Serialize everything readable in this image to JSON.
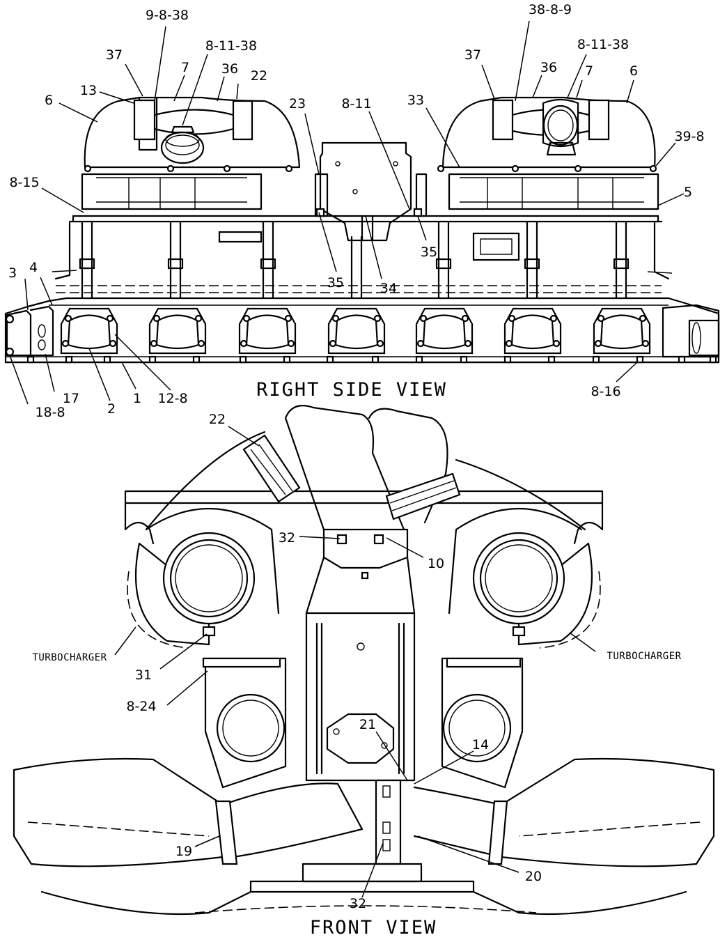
{
  "views": {
    "right_side_title": "RIGHT SIDE VIEW",
    "front_title": "FRONT VIEW"
  },
  "labels": {
    "turbocharger": "TURBOCHARGER"
  },
  "callouts_side": [
    {
      "id": "c-9-8-38",
      "text": "9-8-38"
    },
    {
      "id": "c-37-left",
      "text": "37"
    },
    {
      "id": "c-8-11-38-left",
      "text": "8-11-38"
    },
    {
      "id": "c-7-left",
      "text": "7"
    },
    {
      "id": "c-36-left",
      "text": "36"
    },
    {
      "id": "c-22-side",
      "text": "22"
    },
    {
      "id": "c-13",
      "text": "13"
    },
    {
      "id": "c-6-left",
      "text": "6"
    },
    {
      "id": "c-23",
      "text": "23"
    },
    {
      "id": "c-8-11",
      "text": "8-11"
    },
    {
      "id": "c-33",
      "text": "33"
    },
    {
      "id": "c-37-right",
      "text": "37"
    },
    {
      "id": "c-38-8-9",
      "text": "38-8-9"
    },
    {
      "id": "c-36-right",
      "text": "36"
    },
    {
      "id": "c-8-11-38-right",
      "text": "8-11-38"
    },
    {
      "id": "c-7-right",
      "text": "7"
    },
    {
      "id": "c-6-right",
      "text": "6"
    },
    {
      "id": "c-39-8",
      "text": "39-8"
    },
    {
      "id": "c-5",
      "text": "5"
    },
    {
      "id": "c-8-15",
      "text": "8-15"
    },
    {
      "id": "c-35-left",
      "text": "35"
    },
    {
      "id": "c-34",
      "text": "34"
    },
    {
      "id": "c-35-right",
      "text": "35"
    },
    {
      "id": "c-3",
      "text": "3"
    },
    {
      "id": "c-4",
      "text": "4"
    },
    {
      "id": "c-17",
      "text": "17"
    },
    {
      "id": "c-18-8",
      "text": "18-8"
    },
    {
      "id": "c-2",
      "text": "2"
    },
    {
      "id": "c-1",
      "text": "1"
    },
    {
      "id": "c-12-8",
      "text": "12-8"
    },
    {
      "id": "c-8-16",
      "text": "8-16"
    }
  ],
  "callouts_front": [
    {
      "id": "c-22-front",
      "text": "22"
    },
    {
      "id": "c-32-top",
      "text": "32"
    },
    {
      "id": "c-10",
      "text": "10"
    },
    {
      "id": "c-31",
      "text": "31"
    },
    {
      "id": "c-8-24",
      "text": "8-24"
    },
    {
      "id": "c-21",
      "text": "21"
    },
    {
      "id": "c-14",
      "text": "14"
    },
    {
      "id": "c-19",
      "text": "19"
    },
    {
      "id": "c-20",
      "text": "20"
    },
    {
      "id": "c-32-bottom",
      "text": "32"
    }
  ]
}
